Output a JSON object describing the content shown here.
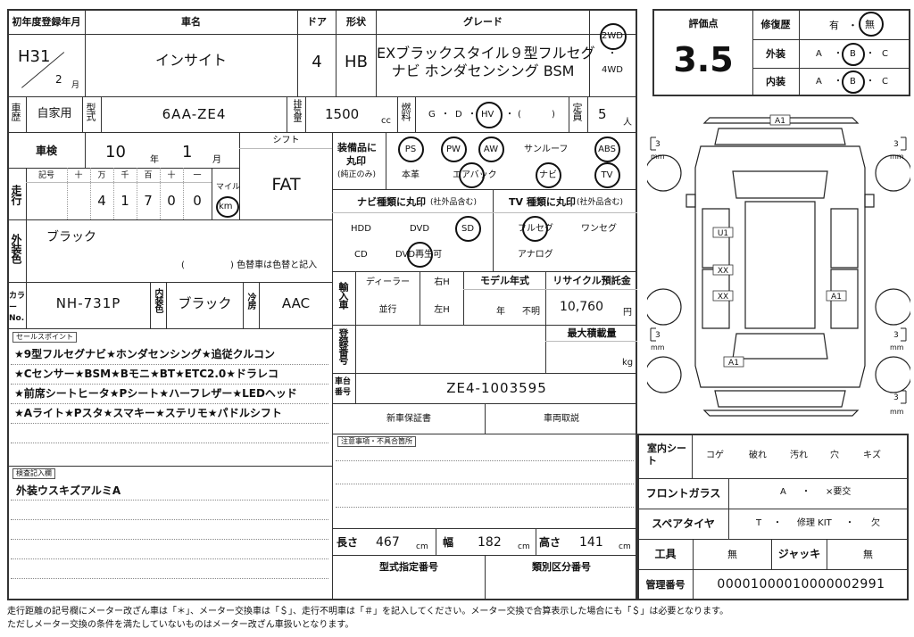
{
  "header": {
    "reg_year_label": "初年度登録年月",
    "reg_era_year": "H31",
    "reg_month": "2",
    "reg_month_unit": "月",
    "car_name_label": "車名",
    "car_name": "インサイト",
    "door_label": "ドア",
    "doors": "4",
    "body_label": "形状",
    "body": "HB",
    "grade_label": "グレード",
    "grade_line1": "EXブラックスタイル９型フルセグ",
    "grade_line2": "ナビ ホンダセンシング BSM",
    "drive_2wd": "2WD",
    "drive_dot": "・",
    "drive_4wd": "4WD"
  },
  "score": {
    "label": "評価点",
    "value": "3.5",
    "repair_label": "修復歴",
    "repair_yes": "有",
    "repair_dot": "・",
    "repair_no": "無",
    "exterior_label": "外装",
    "interior_label": "内装",
    "grade_a": "A",
    "grade_b": "B",
    "grade_c": "C",
    "dot": "・"
  },
  "row2": {
    "history_label": "車歴",
    "history": "自家用",
    "model_label": "型式",
    "model": "6AA-ZE4",
    "displacement_label": "排気量",
    "displacement": "1500",
    "cc": "cc",
    "fuel_label": "燃料",
    "fuel_g": "G",
    "fuel_d": "D",
    "fuel_hv": "HV",
    "fuel_dot": "・",
    "fuel_paren_open": "(",
    "fuel_paren_close": ")",
    "capacity_label": "定員",
    "capacity": "5",
    "capacity_unit": "人"
  },
  "inspection": {
    "label": "車検",
    "year": "10",
    "year_unit": "年",
    "month": "1",
    "month_unit": "月",
    "shift_label": "シフト",
    "shift": "FAT"
  },
  "mileage": {
    "label": "走行",
    "headers": [
      "記号",
      "十",
      "万",
      "千",
      "百",
      "十",
      "一"
    ],
    "digits": [
      "",
      "",
      "4",
      "1",
      "7",
      "0",
      "0"
    ],
    "mile_label": "マイル",
    "km_label": "km"
  },
  "exterior": {
    "label": "外装色",
    "color": "ブラック",
    "color_change_open": "(",
    "color_change_text": ")  色替車は色替と記入"
  },
  "color_row": {
    "code_label": "カラーNo.",
    "code": "NH-731P",
    "interior_label": "内装色",
    "interior": "ブラック",
    "ac_label": "冷房",
    "ac": "AAC"
  },
  "sales_points": {
    "label": "セールスポイント",
    "lines": [
      "★9型フルセグナビ★ホンダセンシング★追従クルコン",
      "★Cセンサー★BSM★Bモニ★BT★ETC2.0★ドラレコ",
      "★前席シートヒータ★Pシート★ハーフレザー★LEDヘッド",
      "★Aライト★Pスタ★スマキー★ステリモ★パドルシフト"
    ]
  },
  "inspector": {
    "label": "検査記入欄",
    "note": "外装ウスキズアルミA"
  },
  "equipment": {
    "label_line1": "装備品に",
    "label_line2": "丸印",
    "label_line3": "(純正のみ)",
    "row1": [
      "PS",
      "PW",
      "AW",
      "サンルーフ",
      "ABS"
    ],
    "row2": [
      "本革",
      "エアバック",
      "ナビ",
      "TV"
    ]
  },
  "navi": {
    "label": "ナビ種類に丸印",
    "label_note": "(社外品含む)",
    "row1": [
      "HDD",
      "DVD",
      "SD"
    ],
    "row2": [
      "CD",
      "DVD再生可"
    ]
  },
  "tv": {
    "label": "TV 種類に丸印",
    "label_note": "(社外品含む)",
    "row1": [
      "フルセグ",
      "ワンセグ"
    ],
    "row2": [
      "アナログ"
    ]
  },
  "import": {
    "label": "輸入車",
    "dealer_label": "ディーラー",
    "parallel_label": "並行",
    "rh_label": "右H",
    "lh_label": "左H",
    "model_year_label": "モデル年式",
    "model_year_unit": "年",
    "model_year_unknown": "不明",
    "recycle_label": "リサイクル預託金",
    "recycle": "10,760",
    "recycle_unit": "円"
  },
  "registration": {
    "reg_number_label": "登録番号",
    "max_load_label": "最大積載量",
    "max_load_unit": "kg",
    "chassis_label": "車台番号",
    "chassis": "ZE4-1003595",
    "warranty": "新車保証書",
    "manual": "車両取説",
    "notes_label": "注意事項・不具合箇所"
  },
  "dimensions": {
    "length_label": "長さ",
    "length": "467",
    "width_label": "幅",
    "width": "182",
    "height_label": "高さ",
    "height": "141",
    "unit": "cm",
    "type_designation_label": "型式指定番号",
    "category_label": "類別区分番号"
  },
  "diagram": {
    "roof_top": "A1",
    "bottom": "A1",
    "left_mid": "U1",
    "left_x1": "XX",
    "left_x2": "XX",
    "right_mid": "A1",
    "bracket_3": "3",
    "mm": "mm"
  },
  "condition": {
    "interior_seat_label": "室内シート",
    "seat_items": [
      "コゲ",
      "破れ",
      "汚れ",
      "穴",
      "キズ"
    ],
    "windshield_label": "フロントガラス",
    "windshield_a": "A",
    "windshield_dot": "・",
    "windshield_replace": "×要交",
    "spare_label": "スペアタイヤ",
    "spare_t": "T",
    "spare_kit": "修理 KIT",
    "spare_none": "欠",
    "tools_label": "工具",
    "tools": "無",
    "jack_label": "ジャッキ",
    "jack": "無",
    "mgmt_label": "管理番号",
    "mgmt": "00001000010000002991"
  },
  "footer": {
    "line1": "走行距離の記号欄にメーター改ざん車は「＊」、メーター交換車は「＄」、走行不明車は「＃」を記入してください。メーター交換で合算表示した場合にも「＄」は必要となります。",
    "line2": "ただしメーター交換の条件を満たしていないものはメーター改ざん車扱いとなります。"
  }
}
